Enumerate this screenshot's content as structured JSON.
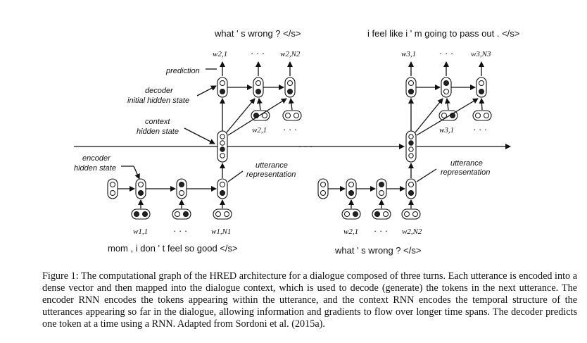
{
  "sentences": {
    "top_left": "what ' s wrong ? </s>",
    "top_right": "i feel like i ' m going to pass out . </s>",
    "bottom_left": "mom , i don ' t feel so good </s>",
    "bottom_right": "what ' s wrong ? </s>"
  },
  "labels": {
    "prediction": "prediction",
    "decoder_line1": "decoder",
    "decoder_line2": "initial hidden state",
    "context_line1": "context",
    "context_line2": "hidden state",
    "encoder_line1": "encoder",
    "encoder_line2": "hidden state",
    "utterance_left_line1": "utterance",
    "utterance_left_line2": "representation",
    "utterance_right_line1": "utterance",
    "utterance_right_line2": "representation"
  },
  "tokens": {
    "out_w21": "w2,1",
    "out_w2N2": "w2,N2",
    "in_w21": "w2,1",
    "out_w31": "w3,1",
    "out_w3N3": "w3,N3",
    "in_w31": "w3,1",
    "enc_w11": "w1,1",
    "enc_w1N1": "w1,N1",
    "enc_w21": "w2,1",
    "enc_w2N2": "w2,N2",
    "ellipsis": "· · ·"
  },
  "caption": "Figure 1: The computational graph of the HRED architecture for a dialogue composed of three turns. Each utterance is encoded into a dense vector and then mapped into the dialogue context, which is used to decode (generate) the tokens in the next utterance. The encoder RNN encodes the tokens appearing within the utterance, and the context RNN encodes the temporal structure of the utterances appearing so far in the dialogue, allowing information and gradients to flow over longer time spans. The decoder predicts one token at a time using a RNN. Adapted from Sordoni et al. (2015a)."
}
